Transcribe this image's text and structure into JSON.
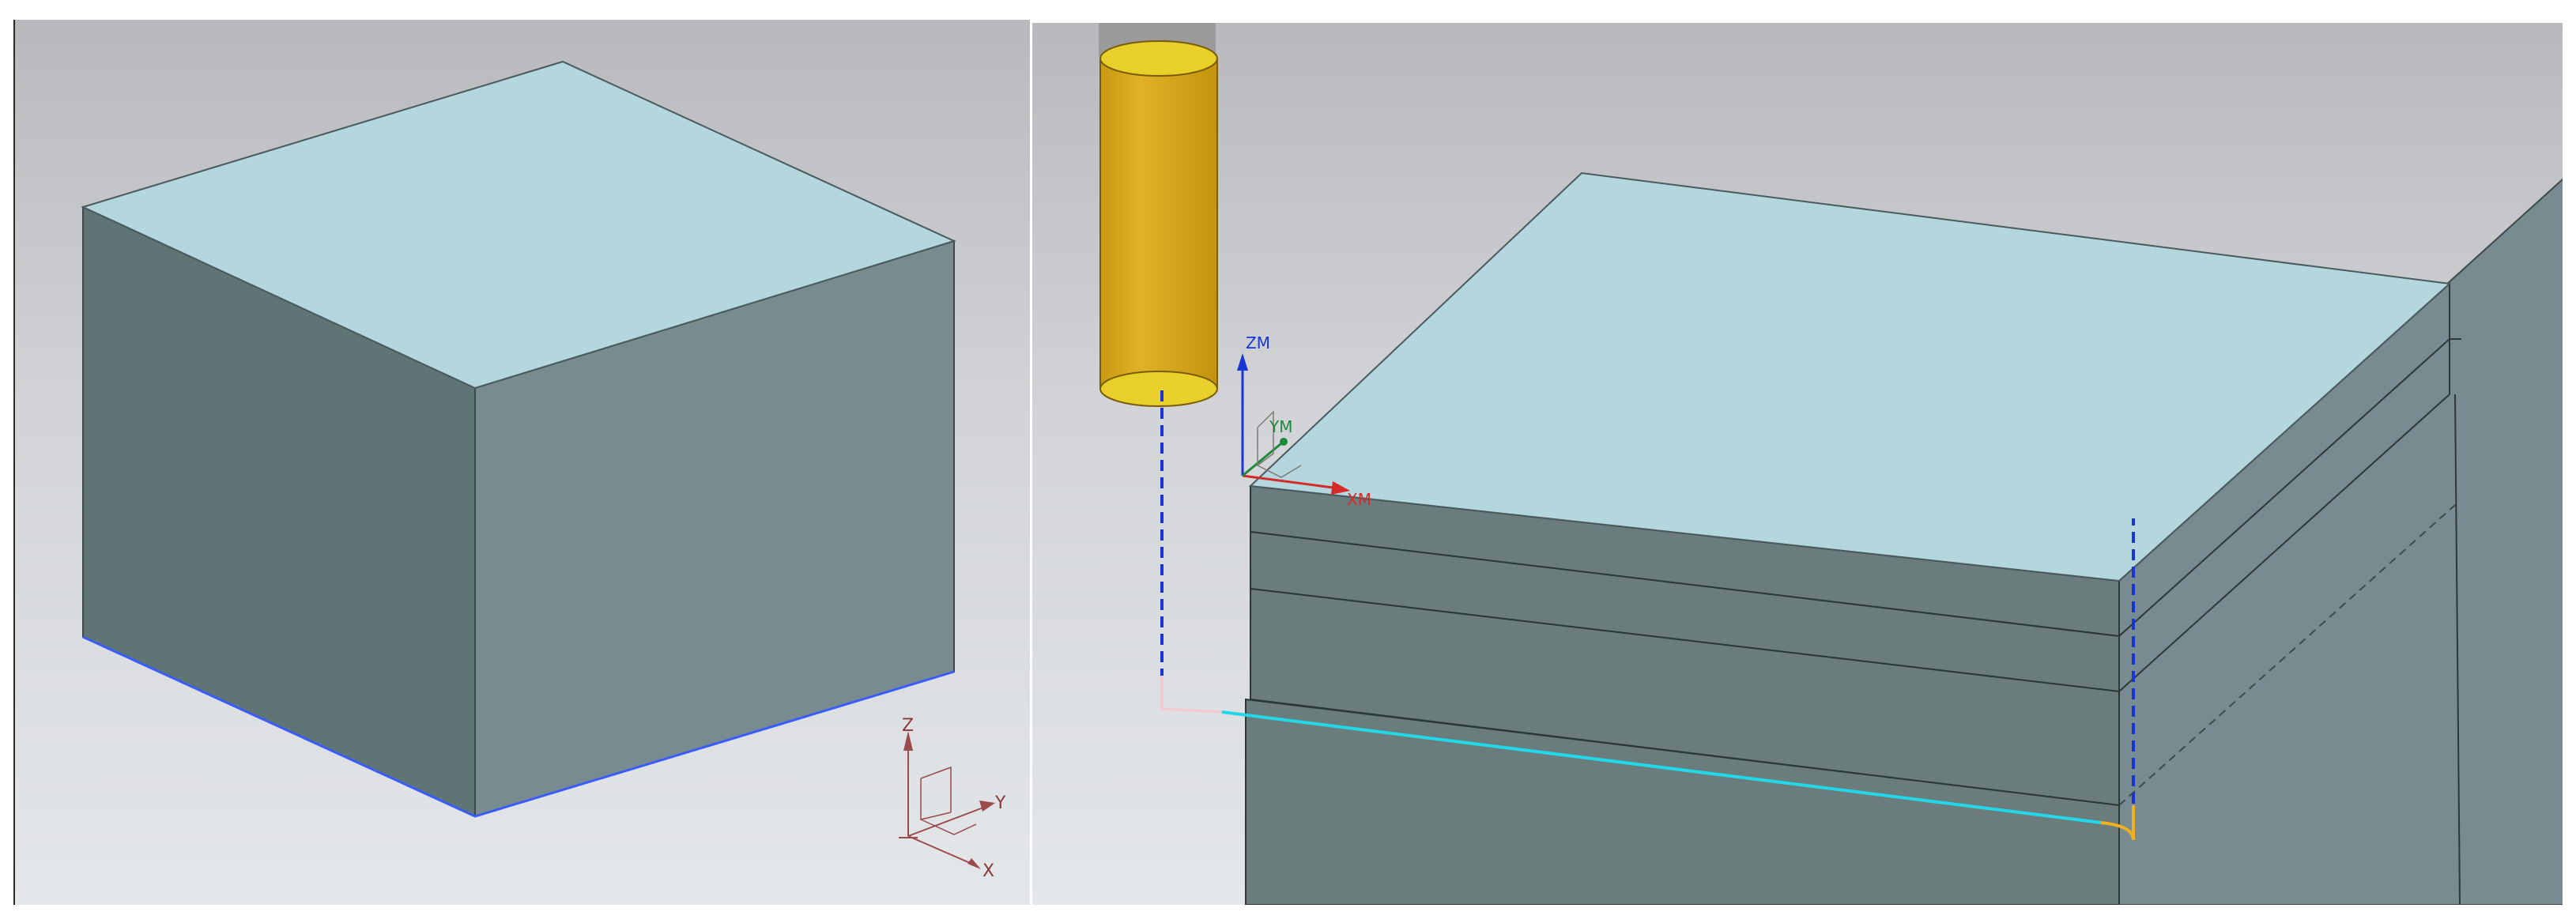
{
  "left_view": {
    "triad": {
      "z_label": "Z",
      "y_label": "Y",
      "x_label": "X"
    }
  },
  "right_view": {
    "wcs": {
      "zm_label": "ZM",
      "ym_label": "YM",
      "xm_label": "XM"
    }
  },
  "colors": {
    "top_face": "#b4d6dd",
    "left_face": "#5f7474",
    "right_face": "#778b90",
    "tool_body": "#d9aa1e",
    "toolpath_cut": "#22d8e8",
    "toolpath_rapid": "#1a35d6",
    "toolpath_engage": "#f0b020",
    "toolpath_approach": "#f5c8d0",
    "selected_edge": "#3a5cff"
  }
}
